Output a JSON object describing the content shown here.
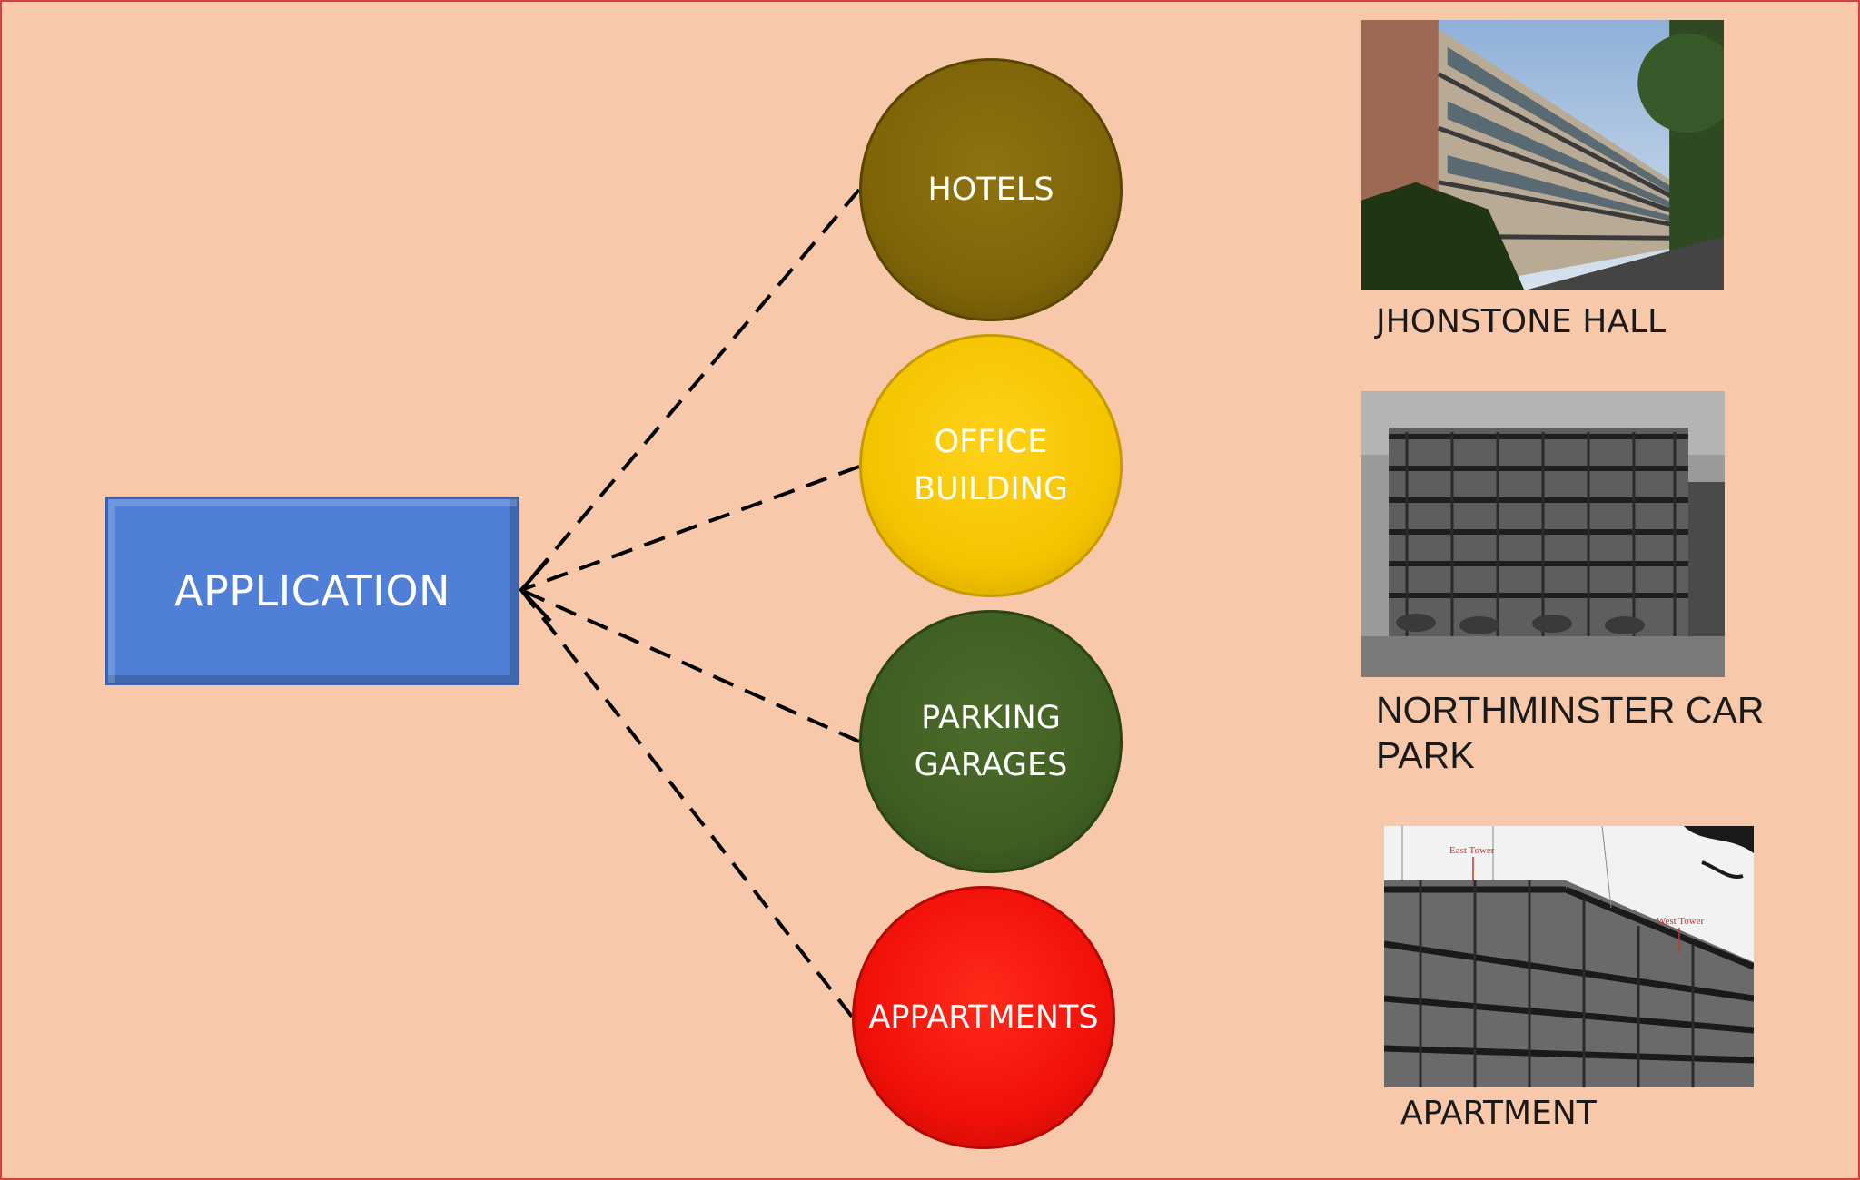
{
  "diagram": {
    "source": {
      "label": "APPLICATION"
    },
    "targets": [
      {
        "id": "hotels",
        "label": "HOTELS",
        "color": "#7f6408"
      },
      {
        "id": "office",
        "label": "OFFICE\nBUILDING",
        "color": "#f5c400"
      },
      {
        "id": "parking",
        "label": "PARKING\nGARAGES",
        "color": "#3f5f22"
      },
      {
        "id": "apartments",
        "label": "APPARTMENTS",
        "color": "#f01008"
      }
    ],
    "source_color": "#4f7fd6",
    "background_color": "#f8c8ab"
  },
  "photos": [
    {
      "caption": "JHONSTONE HALL"
    },
    {
      "caption": "NORTHMINSTER CAR\nPARK"
    },
    {
      "caption": "APARTMENT",
      "labels": [
        "East Tower",
        "West Tower"
      ]
    }
  ]
}
